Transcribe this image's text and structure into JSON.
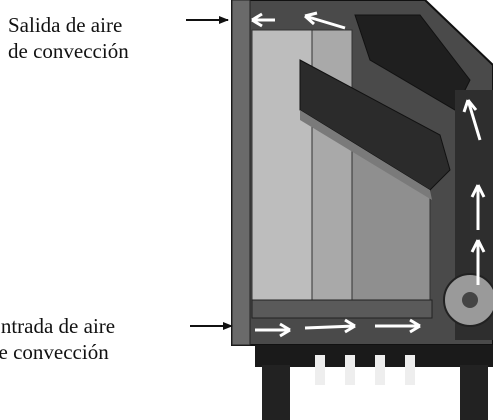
{
  "labels": {
    "outlet_line1": "Salida de aire",
    "outlet_line2": "de convección",
    "inlet_line1": "Entrada de aire",
    "inlet_line2": "de convección"
  },
  "colors": {
    "body_dark": "#3a3a3a",
    "panel_mid": "#8c8c8c",
    "panel_light": "#c9c9c9",
    "arrow": "#ffffff",
    "text": "#111111"
  }
}
